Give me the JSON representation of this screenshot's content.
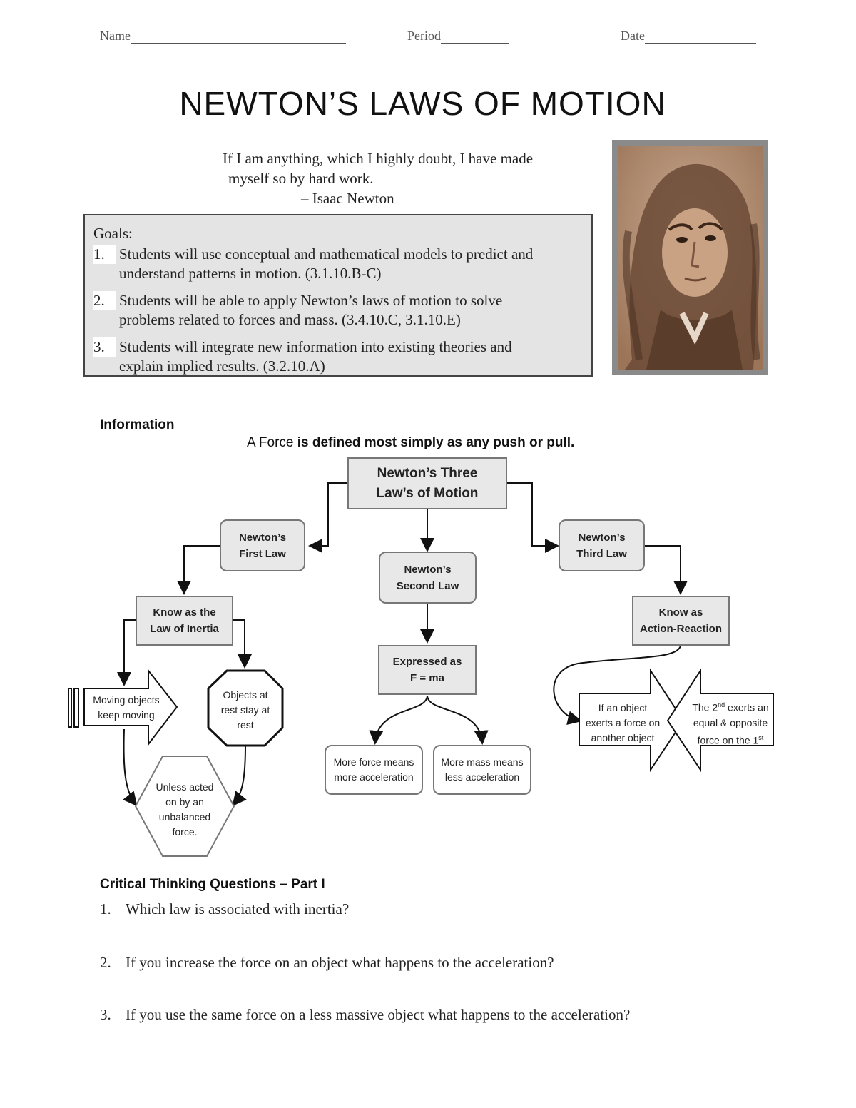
{
  "header": {
    "name_label": "Name",
    "period_label": "Period",
    "date_label": "Date"
  },
  "title": "NEWTON’S LAWS OF MOTION",
  "quote": {
    "line1": "If I am anything, which I highly doubt,  I have made",
    "line2": "myself so by hard work.",
    "attribution": "– Isaac Newton"
  },
  "goals": {
    "heading": "Goals:",
    "items": [
      {
        "num": "1.",
        "line1": "Students will use conceptual and mathematical models to predict and",
        "line2": "understand patterns in motion. (3.1.10.B-C)"
      },
      {
        "num": "2.",
        "line1": "Students will be able to apply Newton’s laws of motion to solve",
        "line2": "problems related to forces and mass. (3.4.10.C, 3.1.10.E)"
      },
      {
        "num": "3.",
        "line1": "Students will integrate new information into existing theories and",
        "line2": "explain implied results. (3.2.10.A)"
      }
    ]
  },
  "information": {
    "heading": "Information",
    "definition_prefix": "A ",
    "definition_term": "Force",
    "definition_rest": " is defined most simply as any push or pull."
  },
  "diagram": {
    "root": {
      "line1": "Newton’s Three",
      "line2": "Law’s of Motion"
    },
    "first_law": {
      "line1": "Newton’s",
      "line2": "First Law"
    },
    "second_law": {
      "line1": "Newton’s",
      "line2": "Second Law"
    },
    "third_law": {
      "line1": "Newton’s",
      "line2": "Third Law"
    },
    "inertia": {
      "line1": "Know as the",
      "line2": "Law of Inertia"
    },
    "expressed": {
      "line1": "Expressed as",
      "line2": "F = ma"
    },
    "action_reaction": {
      "line1": "Know as",
      "line2": "Action-Reaction"
    },
    "moving": {
      "line1": "Moving objects",
      "line2": "keep moving"
    },
    "rest": {
      "line1": "Objects at",
      "line2": "rest stay at",
      "line3": "rest"
    },
    "unless": {
      "line1": "Unless acted",
      "line2": "on by an",
      "line3": "unbalanced",
      "line4": "force."
    },
    "more_force": {
      "line1": "More force means",
      "line2": "more acceleration"
    },
    "more_mass": {
      "line1": "More mass means",
      "line2": "less acceleration"
    },
    "if_object": {
      "line1": "If an object",
      "line2": "exerts a force on",
      "line3": "another object"
    },
    "second_exerts": {
      "line1a": "The 2",
      "line1sup": "nd",
      "line1b": " exerts an",
      "line2": "equal & opposite",
      "line3a": "force on the 1",
      "line3sup": "st"
    }
  },
  "questions": {
    "heading": "Critical Thinking Questions – Part I",
    "items": [
      {
        "num": "1.",
        "text": "Which law is associated with inertia?"
      },
      {
        "num": "2.",
        "text": "If you increase the force on an object what happens to the acceleration?"
      },
      {
        "num": "3.",
        "text": "If you use the same force on a less massive object what happens to the acceleration?"
      }
    ]
  },
  "colors": {
    "box_fill": "#e8e8e8",
    "box_border": "#777777",
    "goals_fill": "#e4e4e4",
    "portrait_frame": "#8a8a8a",
    "portrait_sepia": "#a9826a"
  },
  "icons": {
    "portrait": "isaac-newton-portrait"
  }
}
